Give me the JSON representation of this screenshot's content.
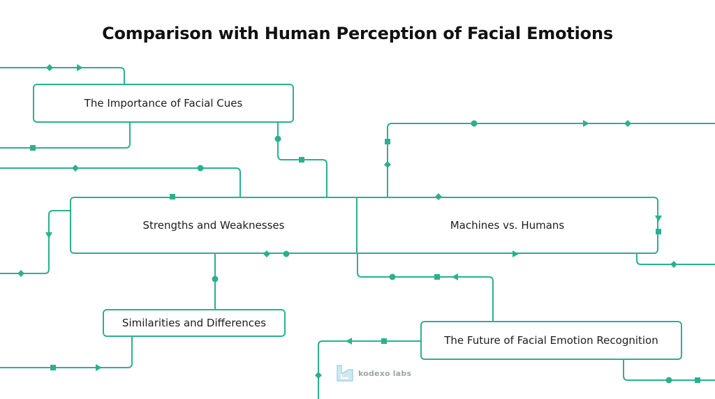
{
  "title": "Comparison with Human Perception of Facial Emotions",
  "nodes": {
    "importance": "The Importance of Facial Cues",
    "strengths": "Strengths and Weaknesses",
    "machines": "Machines vs. Humans",
    "similarities": "Similarities and Differences",
    "future": "The Future of Facial Emotion Recognition"
  },
  "logo": {
    "text": "kodexo labs"
  },
  "colors": {
    "accent": "#2bb08f",
    "logo": "#9aa6a9"
  }
}
